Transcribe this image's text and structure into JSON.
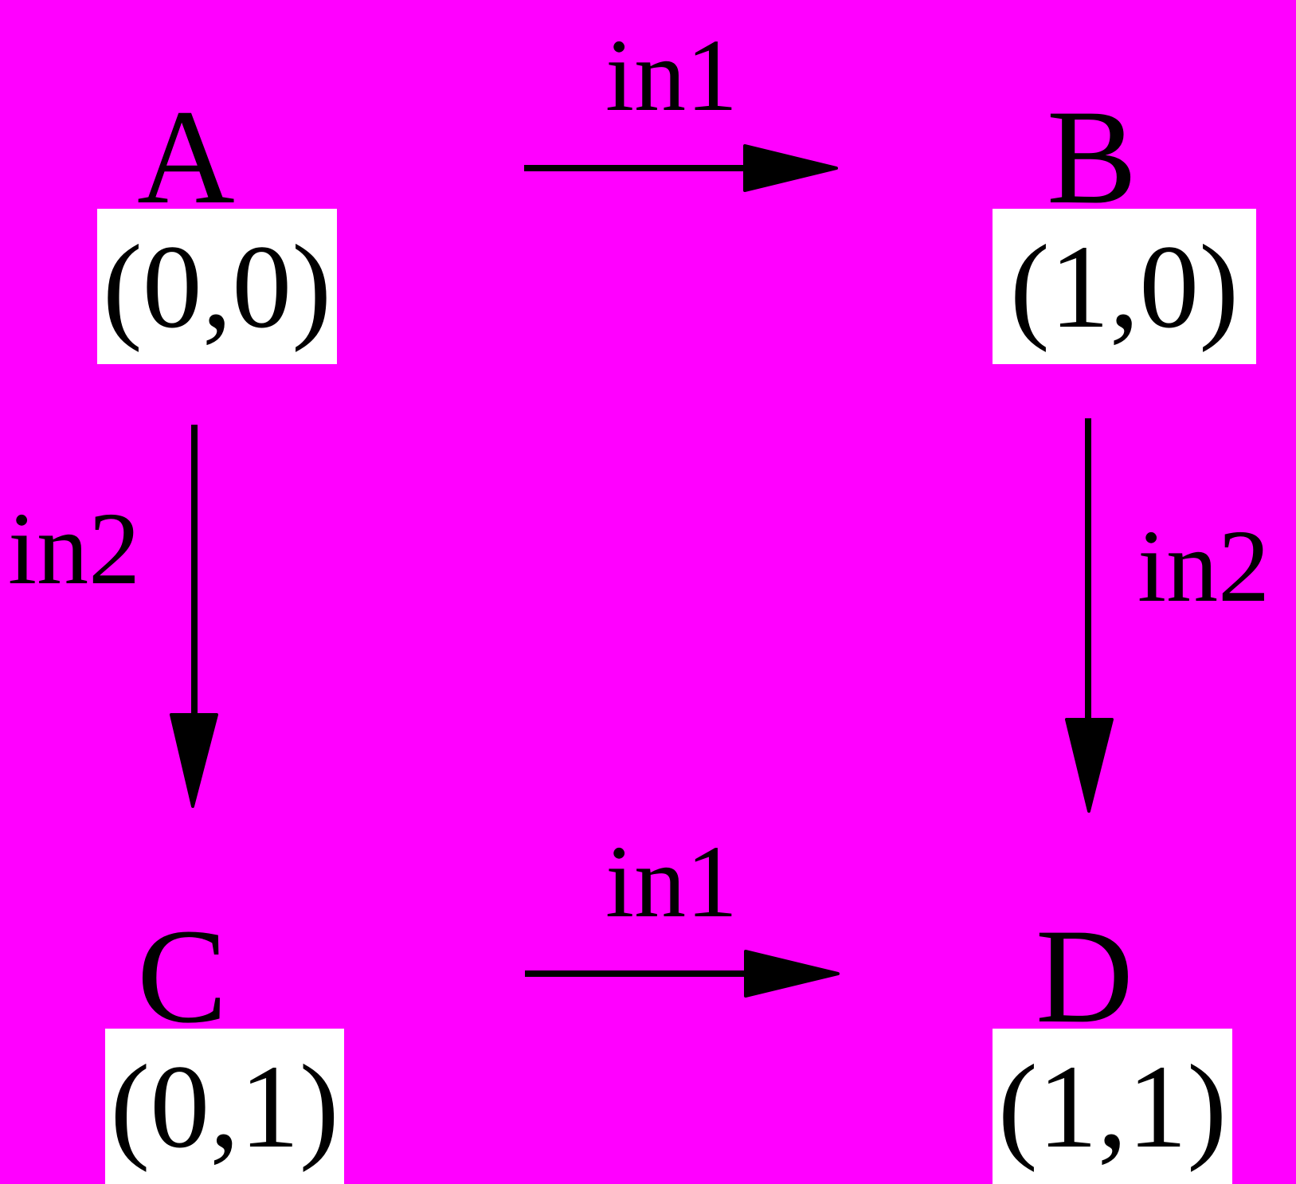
{
  "colors": {
    "background": "#ff00ff",
    "box": "#ffffff",
    "ink": "#000000"
  },
  "states": {
    "a": {
      "name": "A",
      "value": "(0,0)"
    },
    "b": {
      "name": "B",
      "value": "(1,0)"
    },
    "c": {
      "name": "C",
      "value": "(0,1)"
    },
    "d": {
      "name": "D",
      "value": "(1,1)"
    }
  },
  "edges": {
    "a_to_b": {
      "from": "A",
      "to": "B",
      "label": "in1"
    },
    "c_to_d": {
      "from": "C",
      "to": "D",
      "label": "in1"
    },
    "a_to_c": {
      "from": "A",
      "to": "C",
      "label": "in2"
    },
    "b_to_d": {
      "from": "B",
      "to": "D",
      "label": "in2"
    }
  }
}
